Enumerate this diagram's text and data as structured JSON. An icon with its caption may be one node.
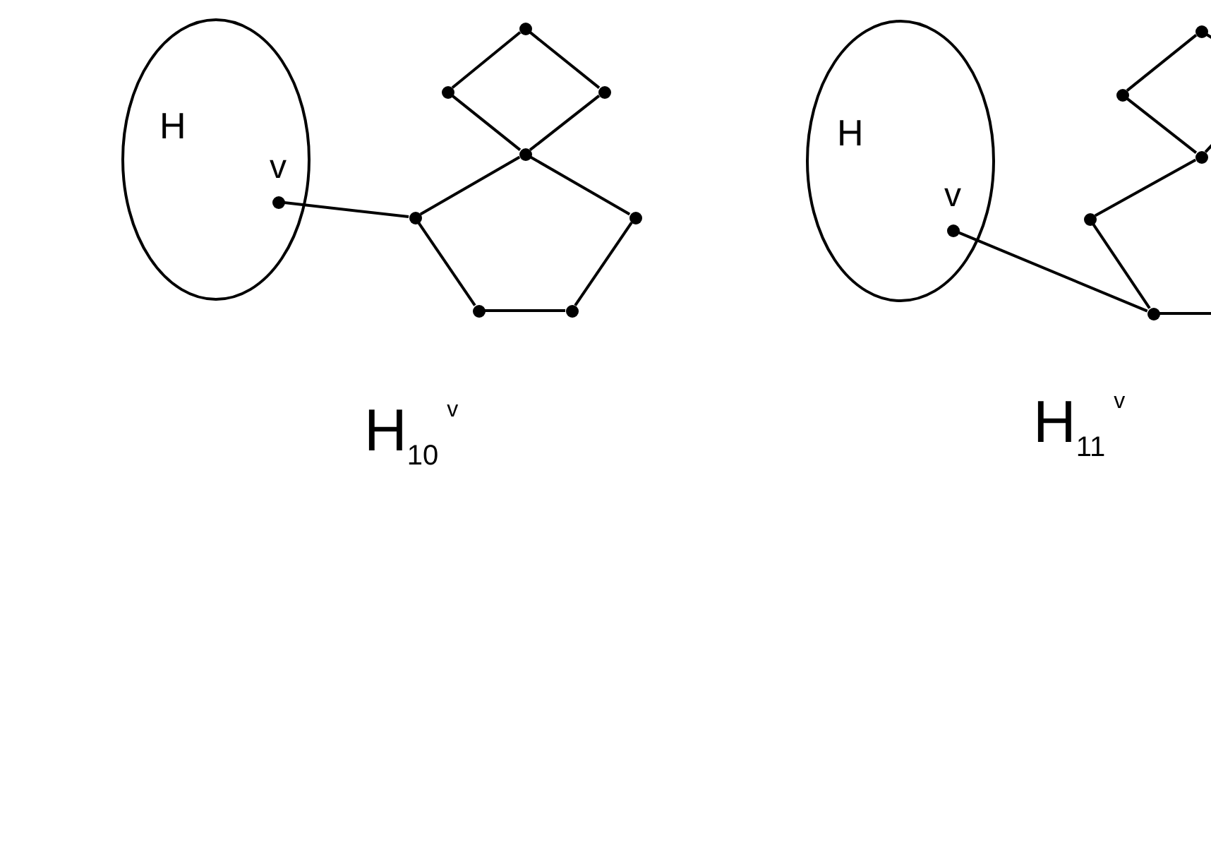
{
  "diagram": {
    "nodes": [
      {
        "text": [
          "H"
        ]
      },
      {
        "text": [],
        "shape": "circle",
        "beside": [
          "v"
        ],
        "in": 0
      },
      {
        "text": [],
        "shape": "circle"
      },
      {
        "text": [],
        "shape": "circle"
      },
      {
        "text": [],
        "shape": "circle"
      },
      {
        "text": [],
        "shape": "circle"
      },
      {
        "text": [],
        "shape": "circle"
      },
      {
        "text": [],
        "shape": "circle"
      },
      {
        "text": [],
        "shape": "circle"
      },
      {
        "text": [],
        "shape": "circle"
      },
      {
        "text": [
          "H"
        ]
      },
      {
        "text": [],
        "shape": "circle",
        "beside": [
          "v"
        ],
        "in": 10
      },
      {
        "text": [],
        "shape": "circle"
      },
      {
        "text": [],
        "shape": "circle"
      },
      {
        "text": [],
        "shape": "circle"
      },
      {
        "text": [],
        "shape": "circle"
      },
      {
        "text": [],
        "shape": "circle"
      }
    ],
    "edges": [
      {
        "from": 1,
        "to": 6,
        "arrow": "none"
      },
      {
        "from": 2,
        "to": 3,
        "arrow": "none"
      },
      {
        "from": 2,
        "to": 4,
        "arrow": "none"
      },
      {
        "from": 3,
        "to": 5,
        "arrow": "none"
      },
      {
        "from": 4,
        "to": 5,
        "arrow": "none"
      },
      {
        "from": 5,
        "to": 6,
        "arrow": "none"
      },
      {
        "from": 5,
        "to": 7,
        "arrow": "none"
      },
      {
        "from": 6,
        "to": 8,
        "arrow": "none"
      },
      {
        "from": 7,
        "to": 9,
        "arrow": "none"
      },
      {
        "from": 8,
        "to": 9,
        "arrow": "none"
      },
      {
        "from": 11,
        "to": 16,
        "arrow": "none"
      },
      {
        "from": 12,
        "to": 13,
        "arrow": "none"
      },
      {
        "from": 13,
        "to": 14,
        "arrow": "none"
      },
      {
        "from": 14,
        "to": 15,
        "arrow": "none"
      },
      {
        "from": 15,
        "to": 16,
        "arrow": "none"
      },
      {
        "from": 12,
        "to": null,
        "arrow": "none"
      },
      {
        "from": 14,
        "to": null,
        "arrow": "none"
      },
      {
        "from": 16,
        "to": null,
        "arrow": "none"
      }
    ],
    "labels": [
      "H$_{10}$$^{v}$",
      "H$_{11}$$^{v}$"
    ]
  }
}
